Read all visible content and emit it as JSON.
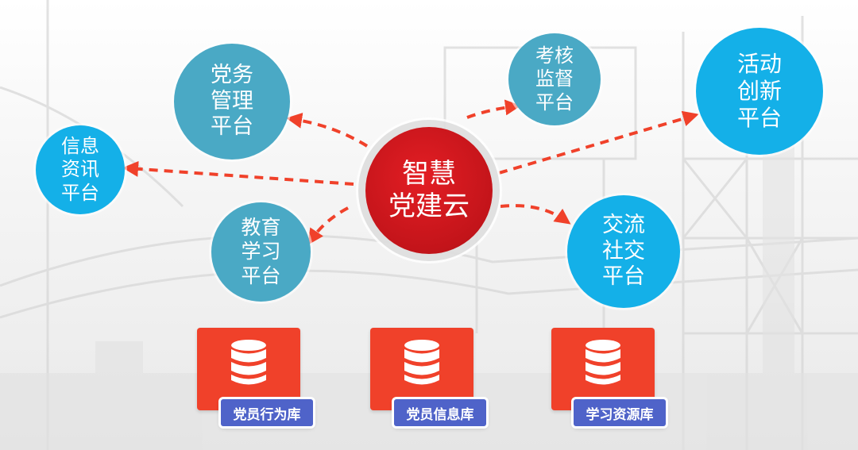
{
  "center": {
    "lines": [
      "智慧",
      "党建云"
    ]
  },
  "platforms": [
    {
      "id": "party-affairs",
      "lines": [
        "党务",
        "管理",
        "平台"
      ]
    },
    {
      "id": "information",
      "lines": [
        "信息",
        "资讯",
        "平台"
      ]
    },
    {
      "id": "education",
      "lines": [
        "教育",
        "学习",
        "平台"
      ]
    },
    {
      "id": "assessment",
      "lines": [
        "考核",
        "监督",
        "平台"
      ]
    },
    {
      "id": "activity",
      "lines": [
        "活动",
        "创新",
        "平台"
      ]
    },
    {
      "id": "social",
      "lines": [
        "交流",
        "社交",
        "平台"
      ]
    }
  ],
  "databases": [
    {
      "label": "党员行为库"
    },
    {
      "label": "党员信息库"
    },
    {
      "label": "学习资源库"
    }
  ],
  "colors": {
    "center": "#c3141a",
    "platform_teal": "#4aa9c5",
    "platform_cyan": "#14b0e8",
    "arrow": "#f0412a",
    "database_card": "#f0412a",
    "database_label": "#4f63c9"
  },
  "icons": {
    "database": "database-icon"
  }
}
